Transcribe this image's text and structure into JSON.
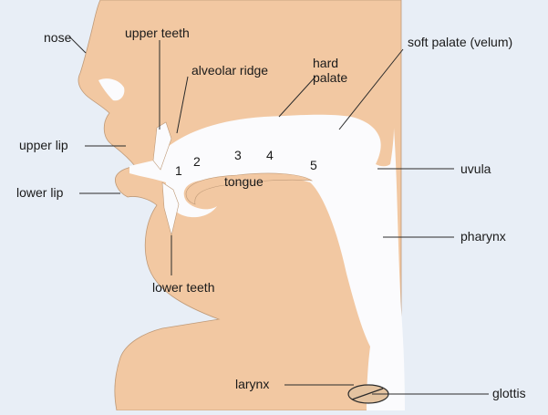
{
  "colors": {
    "background": "#e8eef6",
    "skin": "#f2c8a2",
    "cavity": "#fbfbfd",
    "outline": "#bf9a78",
    "leader": "#2b2b2b"
  },
  "labels": {
    "nose": "nose",
    "upper_teeth": "upper teeth",
    "alveolar_ridge": "alveolar ridge",
    "hard_palate": [
      "hard",
      "palate"
    ],
    "soft_palate": "soft palate (velum)",
    "upper_lip": "upper lip",
    "lower_lip": "lower lip",
    "uvula": "uvula",
    "tongue": "tongue",
    "pharynx": "pharynx",
    "lower_teeth": "lower teeth",
    "larynx": "larynx",
    "glottis": "glottis"
  },
  "tongue_positions": [
    "1",
    "2",
    "3",
    "4",
    "5"
  ]
}
